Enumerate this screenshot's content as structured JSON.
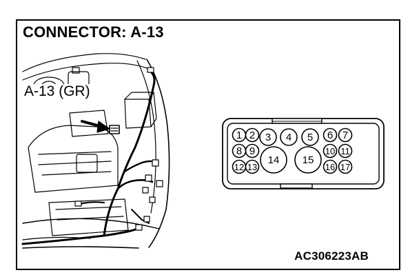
{
  "title": "CONNECTOR: A-13",
  "callout_label": "A-13 (GR)",
  "drawing_code": "AC306223AB",
  "pins": [
    {
      "num": "1",
      "kind": "small"
    },
    {
      "num": "2",
      "kind": "small"
    },
    {
      "num": "3",
      "kind": "small"
    },
    {
      "num": "4",
      "kind": "small"
    },
    {
      "num": "5",
      "kind": "small"
    },
    {
      "num": "6",
      "kind": "small"
    },
    {
      "num": "7",
      "kind": "small"
    },
    {
      "num": "8",
      "kind": "small"
    },
    {
      "num": "9",
      "kind": "small"
    },
    {
      "num": "10",
      "kind": "small"
    },
    {
      "num": "11",
      "kind": "small"
    },
    {
      "num": "12",
      "kind": "small"
    },
    {
      "num": "13",
      "kind": "small"
    },
    {
      "num": "14",
      "kind": "large"
    },
    {
      "num": "15",
      "kind": "large"
    },
    {
      "num": "16",
      "kind": "small"
    },
    {
      "num": "17",
      "kind": "small"
    }
  ]
}
